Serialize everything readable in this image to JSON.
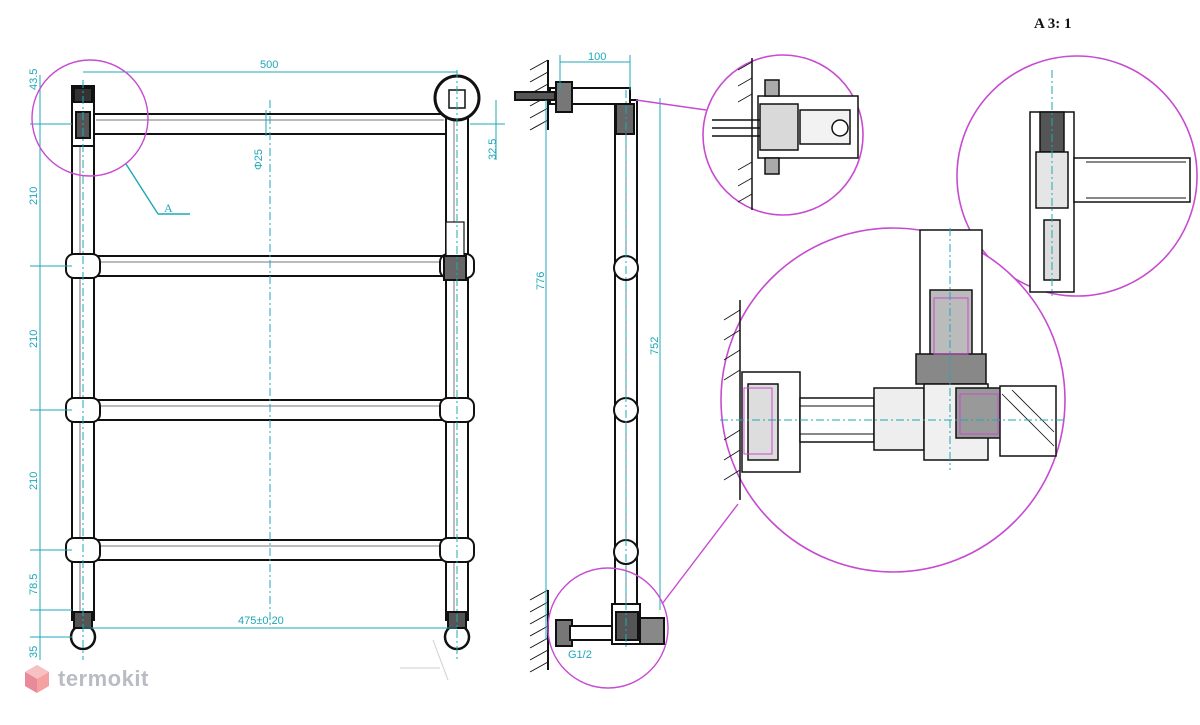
{
  "detail_scale": "A 3: 1",
  "detail_label": "A",
  "dimensions": {
    "width_total": "500",
    "top_offset": "43.5",
    "pipe_diameter": "Φ25",
    "right_offset": "32.5",
    "spacing_1": "210",
    "spacing_2": "210",
    "spacing_3": "210",
    "bottom_offset": "78.5",
    "base_offset": "35",
    "center_distance": "475±0.20",
    "side_depth": "100",
    "height_total": "776",
    "height_inner": "752",
    "thread": "G1/2"
  },
  "watermark": {
    "text": "termokit"
  },
  "colors": {
    "dimension": "#1fa7b8",
    "detail_circle": "#c74bd1",
    "outline": "#111111",
    "highlight": "#c74bd1"
  }
}
